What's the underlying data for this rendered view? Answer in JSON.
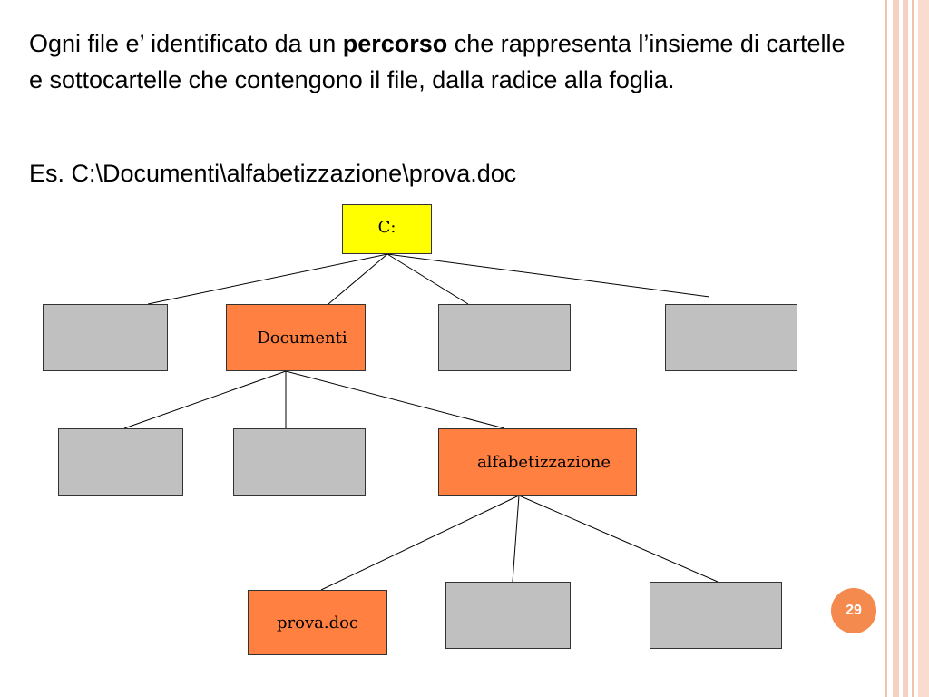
{
  "paragraph": {
    "before": "Ogni file e’ identificato da un ",
    "bold": "percorso",
    "after": " che rappresenta l’insieme di cartelle e sottocartelle che contengono il file, dalla radice alla foglia."
  },
  "example": "Es. C:\\Documenti\\alfabetizzazione\\prova.doc",
  "tree": {
    "root": "C:",
    "level1": "Documenti",
    "level2": "alfabetizzazione",
    "level3": "prova.doc"
  },
  "page_number": "29",
  "colors": {
    "root": "#ffff00",
    "path": "#ff8040",
    "other": "#c0c0c0",
    "page_badge": "#f58a4e",
    "stripes": "#f7d1bf"
  }
}
